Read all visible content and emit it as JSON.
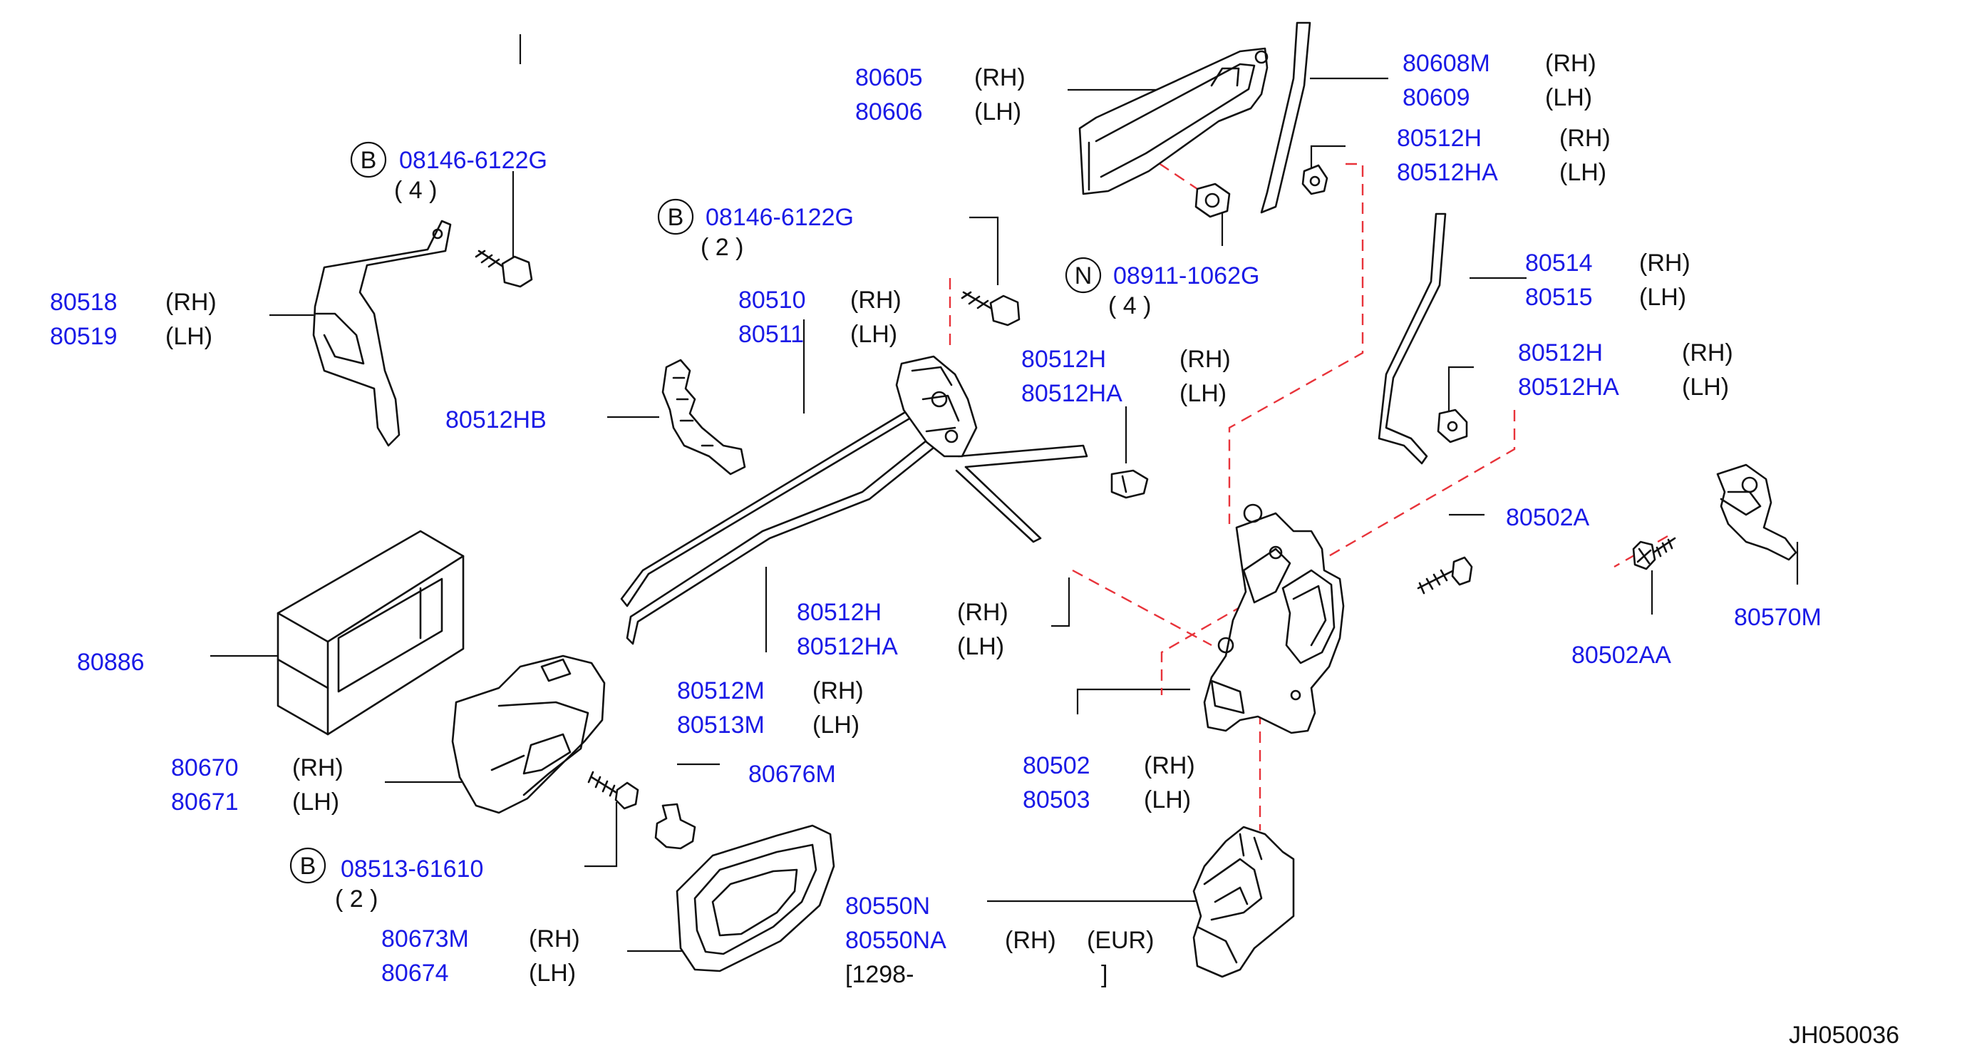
{
  "labels": {
    "p80605": "80605",
    "p80606": "80606",
    "p80608m": "80608M",
    "p80609": "80609",
    "p80512h_a": "80512H",
    "p80512ha_a": "80512HA",
    "b1_circle": "B",
    "b1_part": "08146-6122G",
    "b1_qty": "( 4 )",
    "b2_circle": "B",
    "b2_part": "08146-6122G",
    "b2_qty": "( 2 )",
    "n1_circle": "N",
    "n1_part": "08911-1062G",
    "n1_qty": "( 4 )",
    "p80518": "80518",
    "p80519": "80519",
    "p80510": "80510",
    "p80511": "80511",
    "p80514": "80514",
    "p80515": "80515",
    "p80512h_b": "80512H",
    "p80512ha_b": "80512HA",
    "p80512h_c": "80512H",
    "p80512ha_c": "80512HA",
    "p80512hb": "80512HB",
    "p80502a": "80502A",
    "p80570m": "80570M",
    "p80502aa": "80502AA",
    "p80886": "80886",
    "p80512h_d": "80512H",
    "p80512ha_d": "80512HA",
    "p80512m": "80512M",
    "p80513m": "80513M",
    "p80502": "80502",
    "p80503": "80503",
    "p80670": "80670",
    "p80671": "80671",
    "p80676m": "80676M",
    "b3_circle": "B",
    "b3_part": "08513-61610",
    "b3_qty": "( 2 )",
    "p80550n": "80550N",
    "p80550na": "80550NA",
    "eur": "(EUR)",
    "date_open": "[1298-",
    "date_close": "]",
    "p80673m": "80673M",
    "p80674": "80674",
    "rh": "(RH)",
    "lh": "(LH)",
    "diagram_code": "JH050036"
  },
  "colors": {
    "part_number": "#1a1ae6",
    "side_text": "#111111",
    "dashed_leader": "#e8333a",
    "line_art": "#111111"
  }
}
